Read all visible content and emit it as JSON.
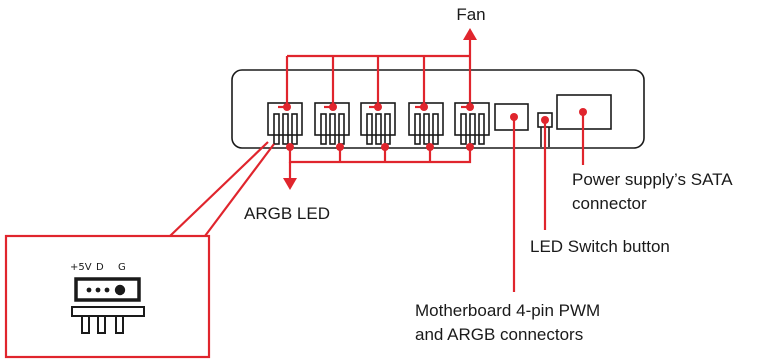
{
  "labels": {
    "fan": "Fan",
    "argb_led": "ARGB LED",
    "power_line1": "Power supply’s SATA",
    "power_line2": "connector",
    "led_switch": "LED Switch button",
    "motherboard_line1": "Motherboard 4-pin PWM",
    "motherboard_line2": "and ARGB connectors"
  },
  "pinout": {
    "pin1": "+5V",
    "pin2": "D",
    "pin3": "G"
  },
  "colors": {
    "accent": "#e0252d",
    "outline": "#1a1a1a"
  }
}
